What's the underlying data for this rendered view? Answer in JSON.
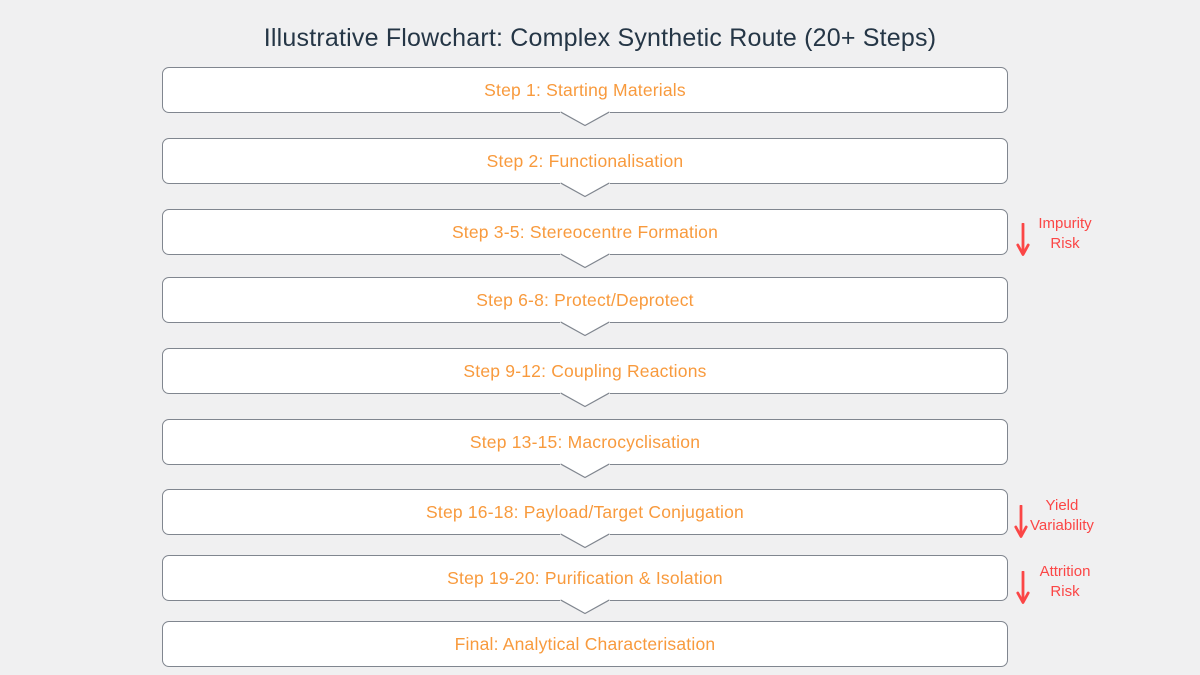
{
  "title": "Illustrative Flowchart: Complex Synthetic Route (20+ Steps)",
  "steps": [
    {
      "label": "Step 1: Starting Materials"
    },
    {
      "label": "Step 2: Functionalisation"
    },
    {
      "label": "Step 3-5: Stereocentre Formation"
    },
    {
      "label": "Step 6-8: Protect/Deprotect"
    },
    {
      "label": "Step 9-12: Coupling Reactions"
    },
    {
      "label": "Step 13-15: Macrocyclisation"
    },
    {
      "label": "Step 16-18: Payload/Target Conjugation"
    },
    {
      "label": "Step 19-20: Purification & Isolation"
    },
    {
      "label": "Final: Analytical Characterisation"
    }
  ],
  "annotations": [
    {
      "line1": "Impurity",
      "line2": "Risk",
      "attached_step": "Step 3-5: Stereocentre Formation"
    },
    {
      "line1": "Yield",
      "line2": "Variability",
      "attached_step": "Step 16-18: Payload/Target Conjugation"
    },
    {
      "line1": "Attrition",
      "line2": "Risk",
      "attached_step": "Step 19-20: Purification & Isolation"
    }
  ],
  "colors": {
    "background": "#f0f0f1",
    "box_fill": "#ffffff",
    "box_border": "#80868f",
    "step_text": "#f89a3d",
    "title_text": "#253646",
    "annotation_red": "#fb4646"
  }
}
